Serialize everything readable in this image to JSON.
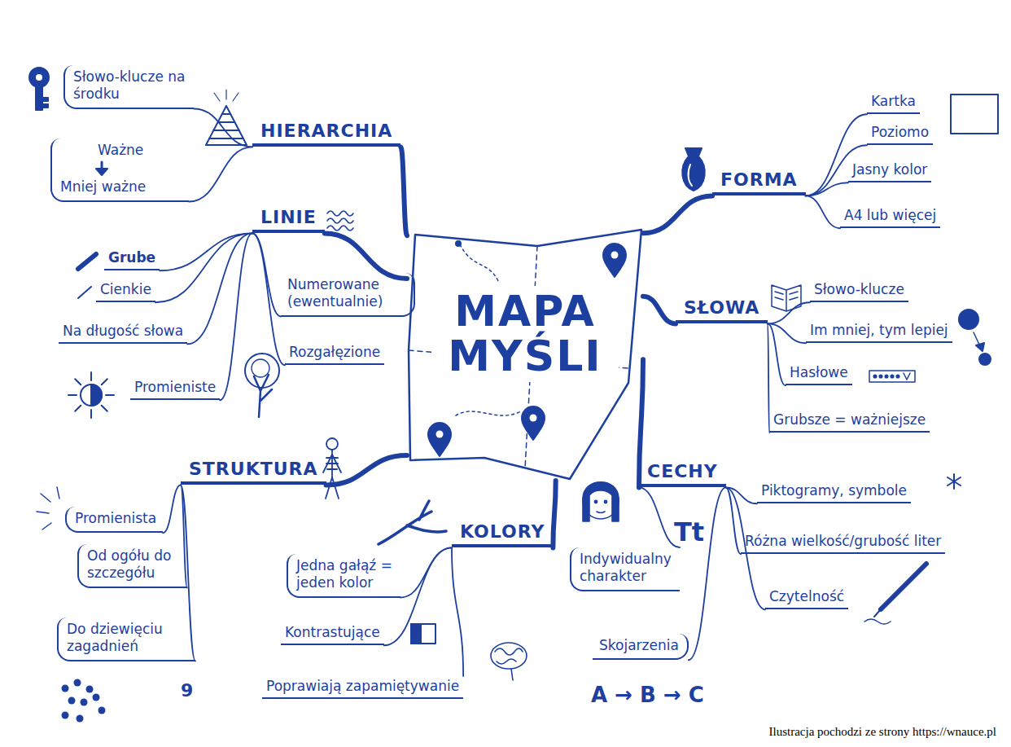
{
  "diagram": {
    "caption": "Ilustracja pochodzi ze strony https://wnauce.pl",
    "nodes": [
      {
        "text": [
          "MAPA MYŚLI"
        ]
      },
      {
        "text": [
          "HIERARCHIA"
        ]
      },
      {
        "text": [
          "Słowo-klucze na środku"
        ]
      },
      {
        "text": [
          "Ważne",
          "Mniej ważne"
        ]
      },
      {
        "text": [
          "LINIE"
        ]
      },
      {
        "text": [
          "Grube"
        ]
      },
      {
        "text": [
          "Cienkie"
        ]
      },
      {
        "text": [
          "Na długość słowa"
        ]
      },
      {
        "text": [
          "Promieniste"
        ]
      },
      {
        "text": [
          "Numerowane (ewentualnie)"
        ]
      },
      {
        "text": [
          "Rozgałęzione"
        ]
      },
      {
        "text": [
          "STRUKTURA"
        ]
      },
      {
        "text": [
          "Promienista"
        ]
      },
      {
        "text": [
          "Od ogółu do szczegółu"
        ]
      },
      {
        "text": [
          "Do dziewięciu zagadnień"
        ]
      },
      {
        "text": [
          "KOLORY"
        ]
      },
      {
        "text": [
          "Jedna gałąź = jeden kolor"
        ]
      },
      {
        "text": [
          "Kontrastujące"
        ]
      },
      {
        "text": [
          "Poprawiają zapamiętywanie"
        ]
      },
      {
        "text": [
          "CECHY"
        ]
      },
      {
        "text": [
          "Piktogramy, symbole"
        ]
      },
      {
        "text": [
          "Różna wielkość/grubość liter"
        ]
      },
      {
        "text": [
          "Czytelność"
        ]
      },
      {
        "text": [
          "Indywidualny charakter"
        ]
      },
      {
        "text": [
          "Skojarzenia"
        ]
      },
      {
        "text": [
          "SŁOWA"
        ]
      },
      {
        "text": [
          "Słowo-klucze"
        ]
      },
      {
        "text": [
          "Im mniej, tym lepiej"
        ]
      },
      {
        "text": [
          "Hasłowe"
        ]
      },
      {
        "text": [
          "Grubsze = ważniejsze"
        ]
      },
      {
        "text": [
          "FORMA"
        ]
      },
      {
        "text": [
          "Kartka"
        ]
      },
      {
        "text": [
          "Poziomo"
        ]
      },
      {
        "text": [
          "Jasny kolor"
        ]
      },
      {
        "text": [
          "A4 lub więcej"
        ]
      }
    ],
    "edges": [
      {
        "from": 0,
        "to": 1,
        "arrow": "none"
      },
      {
        "from": 1,
        "to": 2,
        "arrow": "none"
      },
      {
        "from": 1,
        "to": 3,
        "arrow": "none"
      },
      {
        "from": 0,
        "to": 4,
        "arrow": "none"
      },
      {
        "from": 4,
        "to": 5,
        "arrow": "none"
      },
      {
        "from": 4,
        "to": 6,
        "arrow": "none"
      },
      {
        "from": 4,
        "to": 7,
        "arrow": "none"
      },
      {
        "from": 4,
        "to": 8,
        "arrow": "none"
      },
      {
        "from": 4,
        "to": 9,
        "arrow": "none"
      },
      {
        "from": 4,
        "to": 10,
        "arrow": "none"
      },
      {
        "from": 0,
        "to": 11,
        "arrow": "none"
      },
      {
        "from": 11,
        "to": 12,
        "arrow": "none"
      },
      {
        "from": 11,
        "to": 13,
        "arrow": "none"
      },
      {
        "from": 11,
        "to": 14,
        "arrow": "none"
      },
      {
        "from": 0,
        "to": 15,
        "arrow": "none"
      },
      {
        "from": 15,
        "to": 16,
        "arrow": "none"
      },
      {
        "from": 15,
        "to": 17,
        "arrow": "none"
      },
      {
        "from": 15,
        "to": 18,
        "arrow": "none"
      },
      {
        "from": 0,
        "to": 19,
        "arrow": "none"
      },
      {
        "from": 19,
        "to": 20,
        "arrow": "none"
      },
      {
        "from": 19,
        "to": 21,
        "arrow": "none"
      },
      {
        "from": 19,
        "to": 22,
        "arrow": "none"
      },
      {
        "from": 19,
        "to": 23,
        "arrow": "none"
      },
      {
        "from": 19,
        "to": 24,
        "arrow": "none"
      },
      {
        "from": 0,
        "to": 25,
        "arrow": "none"
      },
      {
        "from": 25,
        "to": 26,
        "arrow": "none"
      },
      {
        "from": 25,
        "to": 27,
        "arrow": "none"
      },
      {
        "from": 25,
        "to": 28,
        "arrow": "none"
      },
      {
        "from": 25,
        "to": 29,
        "arrow": "none"
      },
      {
        "from": 0,
        "to": 30,
        "arrow": "none"
      },
      {
        "from": 30,
        "to": 31,
        "arrow": "none"
      },
      {
        "from": 30,
        "to": 32,
        "arrow": "none"
      },
      {
        "from": 30,
        "to": 33,
        "arrow": "none"
      },
      {
        "from": 30,
        "to": 34,
        "arrow": "none"
      }
    ],
    "labels": [
      "Tt",
      "9",
      "A → B → C"
    ]
  }
}
